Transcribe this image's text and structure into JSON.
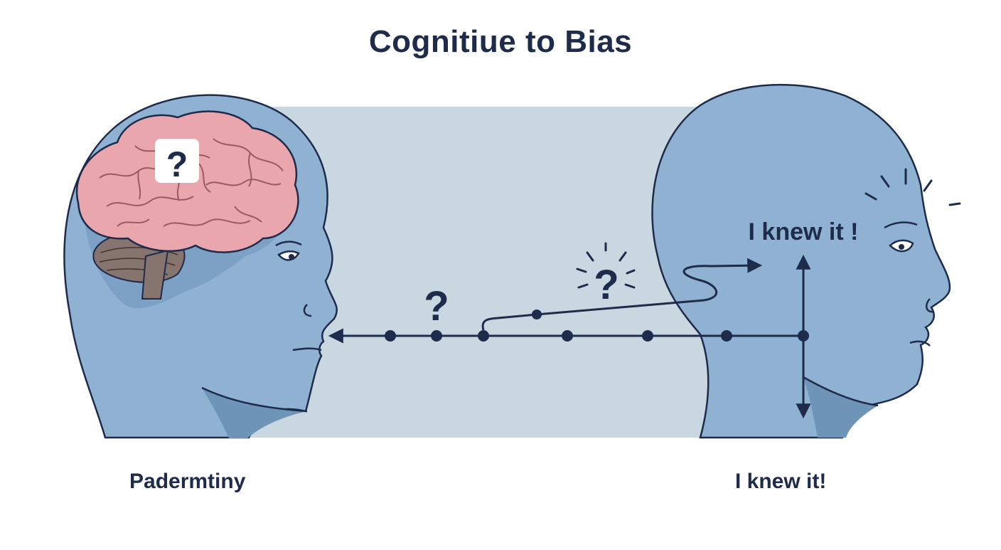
{
  "title": "Cognitiue to Bias",
  "left_caption": "Padermtiny",
  "right_caption": "I knew it!",
  "speech_text": "I knew it !",
  "brain_question": "?",
  "timeline_question": "?",
  "idea_question": "?",
  "colors": {
    "head": "#8fb2d3",
    "head_shadow": "#6e94b8",
    "band": "#c8d7e0",
    "brain": "#e9a7ad",
    "cerebellum": "#86746e",
    "ink": "#1e2b4a"
  },
  "icons": [
    "head-left",
    "head-right",
    "brain",
    "cerebellum",
    "timeline",
    "arrow-left",
    "arrow-up",
    "arrow-down",
    "arrow-right",
    "idea-burst"
  ]
}
